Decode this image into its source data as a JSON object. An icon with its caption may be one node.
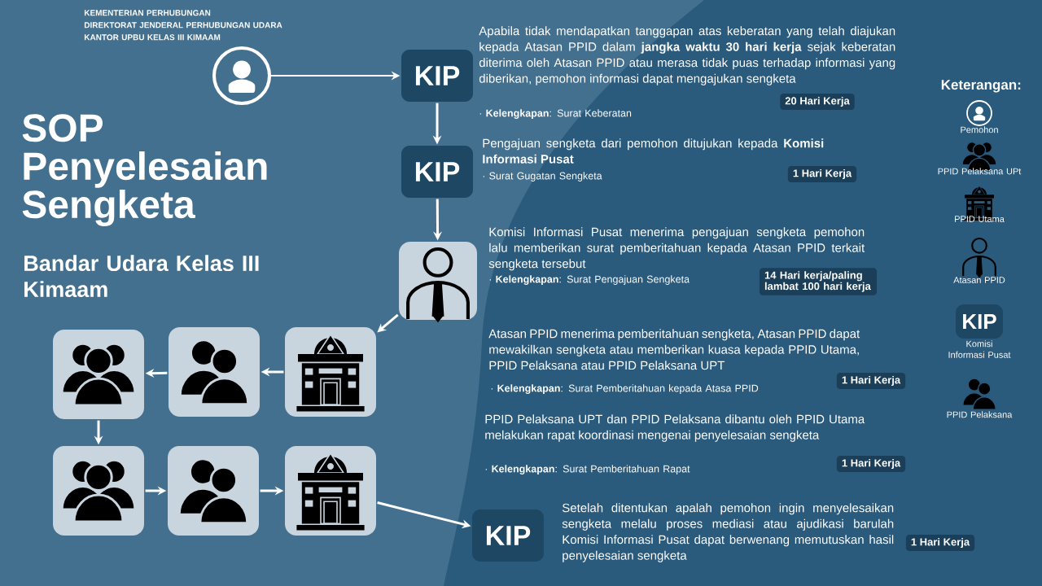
{
  "diagram": {
    "title": "SOP Penyelesaian Sengketa",
    "nodes": [
      {
        "text": [],
        "shape": "person"
      },
      {
        "text": [
          "KIP"
        ]
      },
      {
        "text": [
          "KIP"
        ]
      },
      {
        "text": [],
        "shape": "box"
      },
      {
        "text": [],
        "shape": "box"
      },
      {
        "text": [],
        "shape": "box"
      },
      {
        "text": [],
        "shape": "box"
      },
      {
        "text": [],
        "shape": "box"
      },
      {
        "text": [],
        "shape": "box"
      },
      {
        "text": [],
        "shape": "box"
      },
      {
        "text": [
          "KIP"
        ]
      },
      {
        "text": [
          "20 Hari Kerja"
        ]
      },
      {
        "text": [
          "1 Hari Kerja"
        ]
      },
      {
        "text": [
          "14 Hari kerja/paling lambat 100 hari kerja"
        ]
      },
      {
        "text": [
          "1 Hari Kerja"
        ]
      },
      {
        "text": [
          "1 Hari Kerja"
        ]
      },
      {
        "text": [
          "1 Hari Kerja"
        ]
      },
      {
        "text": [
          "KIP"
        ]
      }
    ],
    "edges": [
      {
        "from": 0,
        "to": 1,
        "arrow": "to"
      },
      {
        "from": 1,
        "to": 2,
        "arrow": "to"
      },
      {
        "from": 2,
        "to": 3,
        "arrow": "to"
      },
      {
        "from": 3,
        "to": 4,
        "arrow": "to"
      },
      {
        "from": 4,
        "to": 5,
        "arrow": "to"
      },
      {
        "from": 5,
        "to": 6,
        "arrow": "to"
      },
      {
        "from": 6,
        "to": 7,
        "arrow": "to"
      },
      {
        "from": 7,
        "to": 8,
        "arrow": "to"
      },
      {
        "from": 8,
        "to": 9,
        "arrow": "to"
      },
      {
        "from": 9,
        "to": 10,
        "arrow": "to"
      }
    ],
    "labels": [
      "KEMENTERIAN PERHUBUNGAN",
      "DIREKTORAT JENDERAL PERHUBUNGAN UDARA",
      "KANTOR UPBU KELAS III KIMAAM",
      "Bandar Udara Kelas III Kimaam",
      "Apabila tidak mendapatkan tanggapan atas keberatan yang telah diajukan kepada Atasan PPID dalam **jangka waktu 30 hari kerja** sejak keberatan diterima oleh Atasan PPID atau merasa tidak puas terhadap informasi yang diberikan, pemohon informasi dapat mengajukan sengketa",
      "· **Kelengkapan**: Surat Keberatan",
      "Pengajuan sengketa dari pemohon ditujukan kepada **Komisi Informasi Pusat**",
      "· Surat Gugatan Sengketa",
      "Komisi Informasi Pusat menerima pengajuan sengketa pemohon lalu memberikan surat pemberitahuan kepada Atasan PPID terkait sengketa tersebut",
      "· **Kelengkapan**: Surat Pengajuan Sengketa",
      "Atasan PPID menerima pemberitahuan sengketa, Atasan PPID dapat mewakilkan sengketa atau memberikan kuasa kepada PPID Utama, PPID Pelaksana atau PPID Pelaksana UPT",
      "· **Kelengkapan**: Surat Pemberitahuan kepada Atasa PPID",
      "PPID Pelaksana UPT dan PPID Pelaksana dibantu oleh PPID Utama melakukan rapat koordinasi mengenai penyelesaian sengketa",
      "· **Kelengkapan**: Surat Pemberitahuan Rapat",
      "Setelah ditentukan apalah pemohon ingin menyelesaikan sengketa melalu proses mediasi atau ajudikasi barulah Komisi Informasi Pusat dapat berwenang memutuskan hasil penyelesaian sengketa",
      "Keterangan:"
    ],
    "legend": [
      {
        "text": "Pemohon"
      },
      {
        "text": "PPID Pelaksana UPt"
      },
      {
        "text": "PPID Utama"
      },
      {
        "text": "Atasan PPID"
      },
      {
        "text": "Komisi Informasi Pusat"
      },
      {
        "text": "PPID Pelaksana"
      }
    ]
  }
}
